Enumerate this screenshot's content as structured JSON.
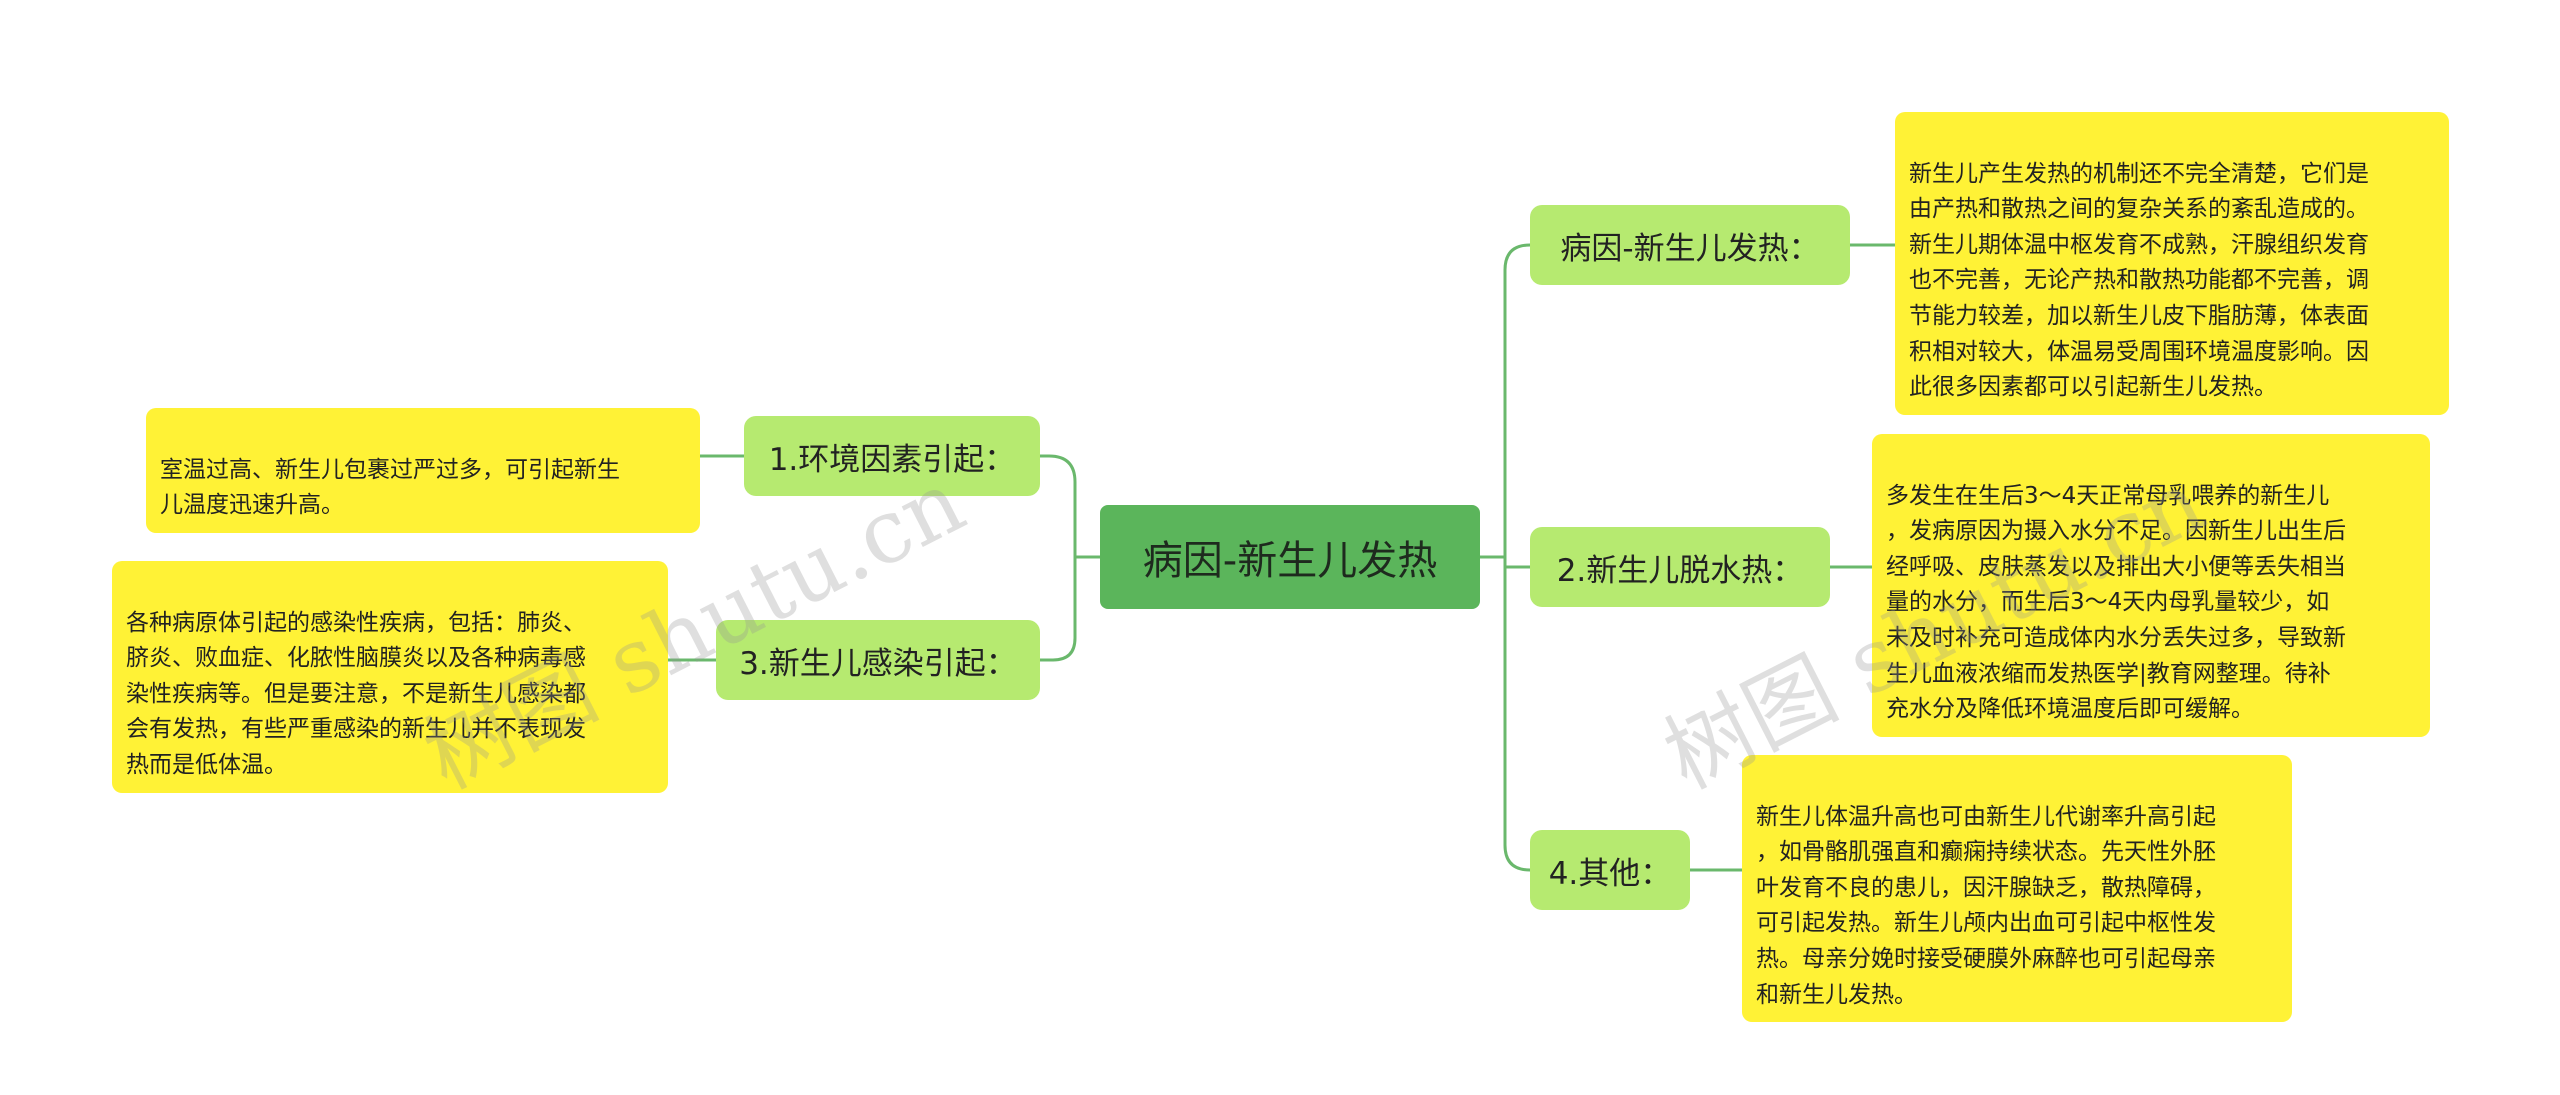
{
  "colors": {
    "root_fill": "#5bb55b",
    "branch_fill": "#b6ea70",
    "leaf_fill": "#fff236",
    "connector": "#6ab86c"
  },
  "root": {
    "label": "病因-新生儿发热"
  },
  "left_branches": [
    {
      "label": "1.环境因素引起：",
      "detail": "室温过高、新生儿包裹过严过多，可引起新生\n儿温度迅速升高。"
    },
    {
      "label": "3.新生儿感染引起：",
      "detail": "各种病原体引起的感染性疾病，包括：肺炎、\n脐炎、败血症、化脓性脑膜炎以及各种病毒感\n染性疾病等。但是要注意，不是新生儿感染都\n会有发热，有些严重感染的新生儿并不表现发\n热而是低体温。"
    }
  ],
  "right_branches": [
    {
      "label": "病因-新生儿发热：",
      "detail": "新生儿产生发热的机制还不完全清楚，它们是\n由产热和散热之间的复杂关系的紊乱造成的。\n新生儿期体温中枢发育不成熟，汗腺组织发育\n也不完善，无论产热和散热功能都不完善，调\n节能力较差，加以新生儿皮下脂肪薄，体表面\n积相对较大，体温易受周围环境温度影响。因\n此很多因素都可以引起新生儿发热。"
    },
    {
      "label": "2.新生儿脱水热：",
      "detail": "多发生在生后3～4天正常母乳喂养的新生儿\n，发病原因为摄入水分不足。因新生儿出生后\n经呼吸、皮肤蒸发以及排出大小便等丢失相当\n量的水分，而生后3～4天内母乳量较少，如\n未及时补充可造成体内水分丢失过多，导致新\n生儿血液浓缩而发热医学|教育网整理。待补\n充水分及降低环境温度后即可缓解。"
    },
    {
      "label": "4.其他：",
      "detail": "新生儿体温升高也可由新生儿代谢率升高引起\n，如骨骼肌强直和癫痫持续状态。先天性外胚\n叶发育不良的患儿，因汗腺缺乏，散热障碍，\n可引起发热。新生儿颅内出血可引起中枢性发\n热。母亲分娩时接受硬膜外麻醉也可引起母亲\n和新生儿发热。"
    }
  ],
  "watermarks": [
    "树图 shutu.cn",
    "树图 shutu.cn"
  ]
}
